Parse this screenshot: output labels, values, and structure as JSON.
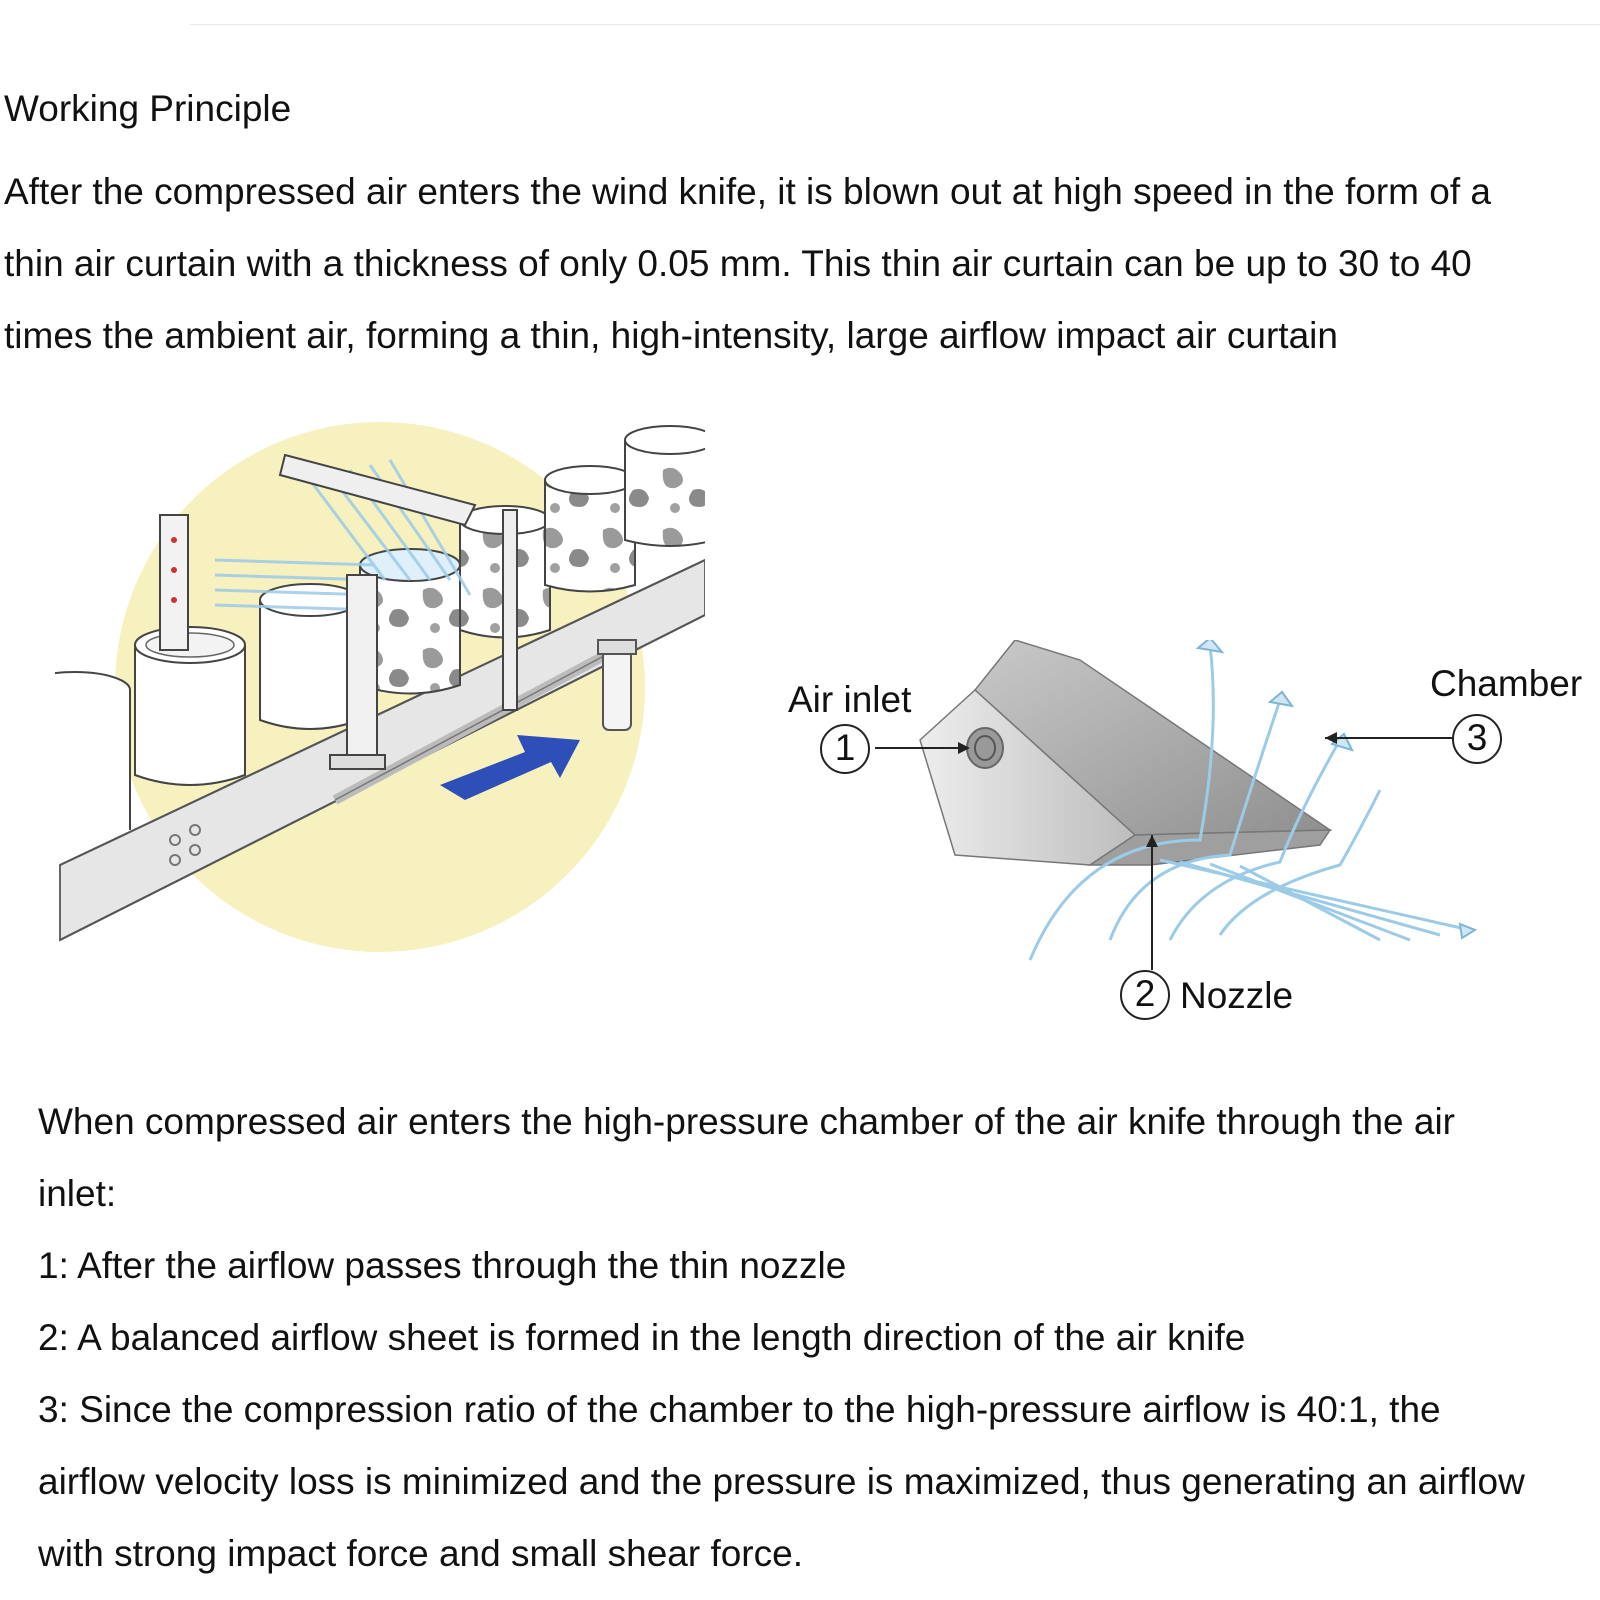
{
  "heading": "Working Principle",
  "intro_lines": [
    "After the compressed air enters the wind knife, it is blown out at high speed in the form of a",
    "thin air curtain with a thickness of only 0.05 mm. This thin air curtain can be up to 30 to 40",
    "times the ambient air, forming a thin, high-intensity, large airflow impact air curtain"
  ],
  "diagram": {
    "labels": {
      "air_inlet": "Air inlet",
      "chamber": "Chamber",
      "nozzle": "Nozzle"
    },
    "numbers": {
      "air_inlet": "1",
      "nozzle": "2",
      "chamber": "3"
    },
    "colors": {
      "highlight_circle": "#f7f0bf",
      "direction_arrow": "#2f4fb8",
      "airflow": "#9ccbe8"
    }
  },
  "explanation_lines": [
    "When compressed air enters the high-pressure chamber of the air knife through the air",
    "inlet:",
    "1: After the airflow passes through the thin nozzle",
    "2: A balanced airflow sheet is formed in the length direction of the air knife",
    "3: Since the compression ratio of the chamber to the high-pressure airflow is 40:1, the",
    "airflow velocity loss is minimized and the pressure is maximized, thus generating an airflow",
    "with strong impact force and small shear force."
  ]
}
